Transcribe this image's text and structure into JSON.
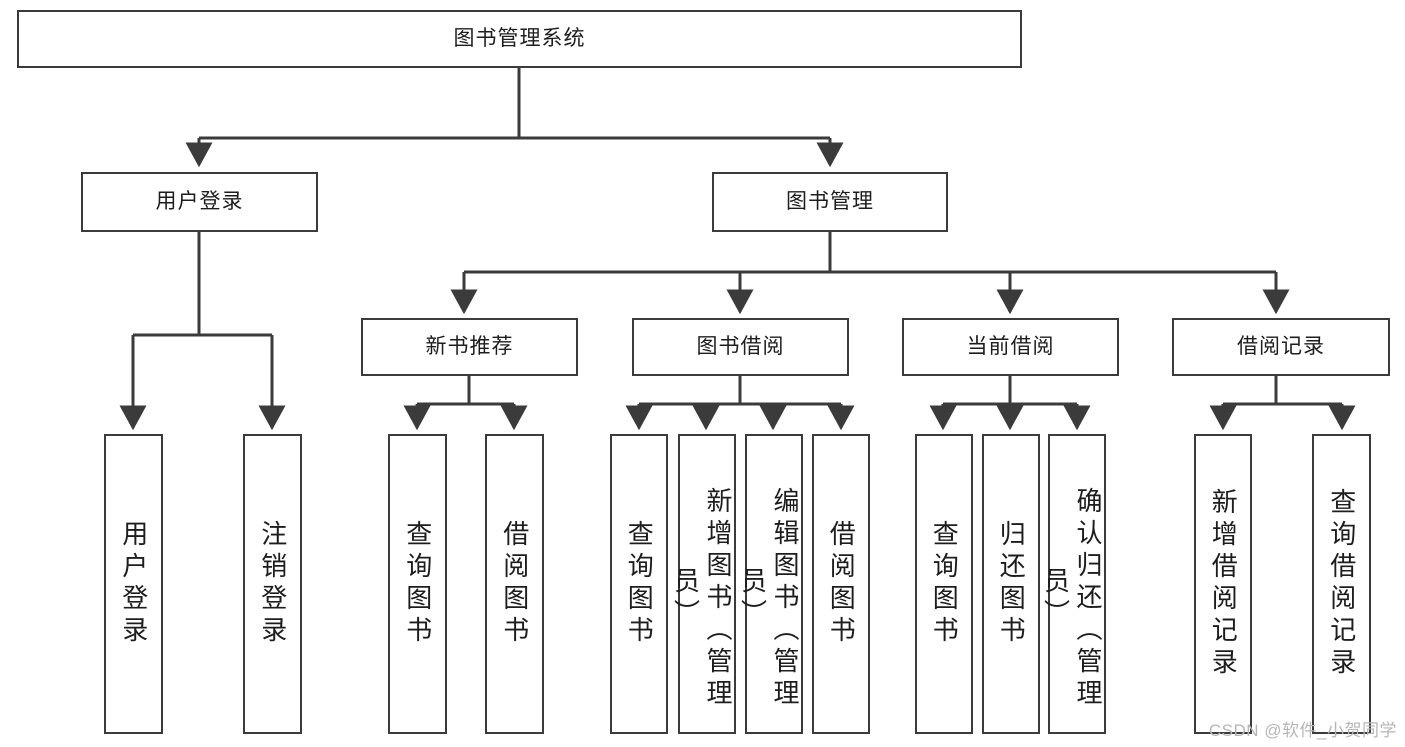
{
  "diagram": {
    "title_node": {
      "label": "图书管理系统"
    },
    "level2": [
      {
        "label": "用户登录"
      },
      {
        "label": "图书管理"
      }
    ],
    "level3": [
      {
        "label": "新书推荐"
      },
      {
        "label": "图书借阅"
      },
      {
        "label": "当前借阅"
      },
      {
        "label": "借阅记录"
      }
    ],
    "leaves": {
      "user_login": [
        {
          "label": "用户登录"
        },
        {
          "label": "注销登录"
        }
      ],
      "new_book": [
        {
          "label": "查询图书"
        },
        {
          "label": "借阅图书"
        }
      ],
      "borrow_book": [
        {
          "label": "查询图书"
        },
        {
          "label": "新增图书（管理员）"
        },
        {
          "label": "编辑图书（管理员）"
        },
        {
          "label": "借阅图书"
        }
      ],
      "current_borrow": [
        {
          "label": "查询图书"
        },
        {
          "label": "归还图书"
        },
        {
          "label": "确认归还（管理员）"
        }
      ],
      "borrow_record": [
        {
          "label": "新增借阅记录"
        },
        {
          "label": "查询借阅记录"
        }
      ]
    },
    "watermark": "CSDN @软件_小贺同学",
    "colors": {
      "stroke": "#3b3b3b",
      "fill": "#ffffff",
      "text": "#1d1d1d",
      "watermark": "#b6b6b6"
    }
  }
}
